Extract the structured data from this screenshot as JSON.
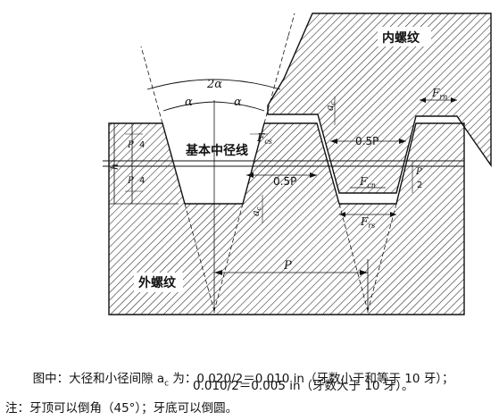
{
  "diagram": {
    "label_internal": "内螺纹",
    "label_external": "外螺纹",
    "label_pitch_line": "基本中径线",
    "angle_2a": "2α",
    "angle_a_left": "α",
    "angle_a_right": "α",
    "half_pitch_1": "0.5P",
    "half_pitch_2": "0.5P",
    "pitch": "P",
    "frn": "F",
    "frn_sub": "rn",
    "frs": "F",
    "frs_sub": "rs",
    "fcs": "F",
    "fcs_sub": "cs",
    "fcn": "F",
    "fcn_sub": "cn",
    "ac_top": "a",
    "ac_top_sub": "c",
    "ac_bottom": "a",
    "ac_bottom_sub": "c",
    "h": "h",
    "p_over_4_num": "P",
    "p_over_4_den": "4",
    "p_over_2_num": "P",
    "p_over_2_den": "2"
  },
  "caption": {
    "line1": "图中：大径和小径间隙 a",
    "line1_sub": "c",
    "line1_rest": " 为：0.020/2＝0.010 in（牙数小于和等于 10 牙）；",
    "line2": "0.010/2＝0.005 in（牙数大于 10 牙）。",
    "line3": "注：牙顶可以倒角（45°）；牙底可以倒圆。"
  }
}
